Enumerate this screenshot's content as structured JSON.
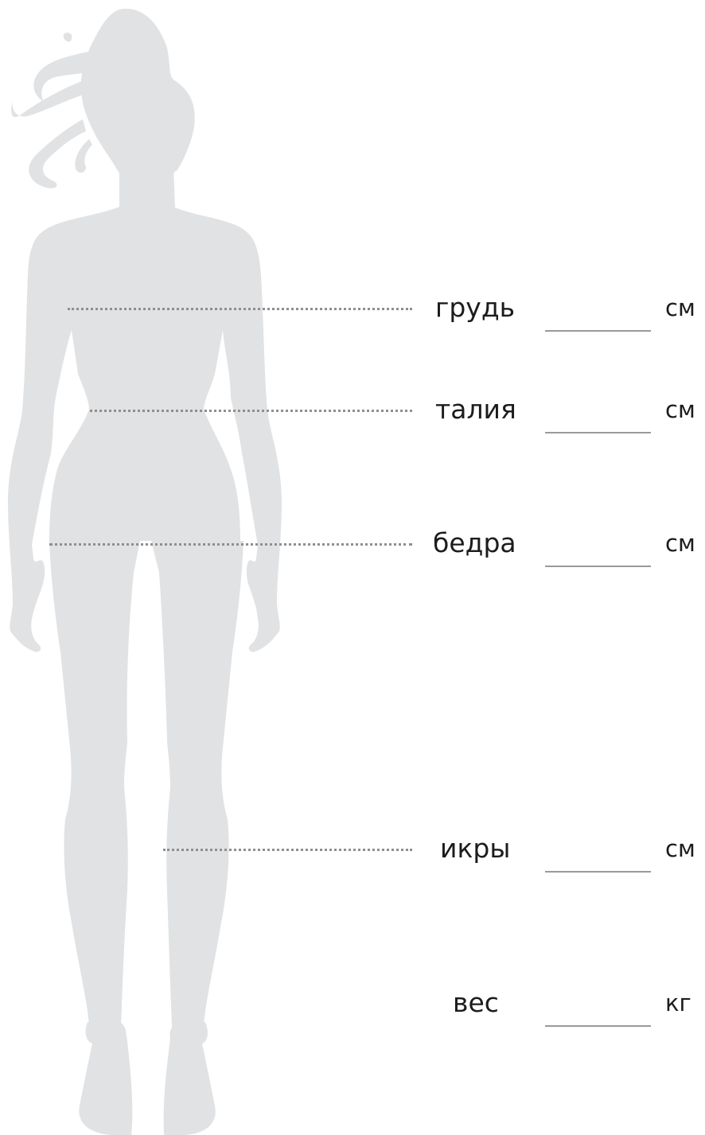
{
  "colors": {
    "silhouette": "#e1e2e4",
    "guide_line": "#8f8f8f",
    "field_line": "#9a9a9a",
    "text": "#1c1c1c"
  },
  "figure": {
    "icon": "woman-silhouette-icon"
  },
  "measurements": {
    "chest": {
      "label": "грудь",
      "value": "",
      "unit": "см"
    },
    "waist": {
      "label": "талия",
      "value": "",
      "unit": "см"
    },
    "hips": {
      "label": "бедра",
      "value": "",
      "unit": "см"
    },
    "calves": {
      "label": "икры",
      "value": "",
      "unit": "см"
    },
    "weight": {
      "label": "вес",
      "value": "",
      "unit": "кг"
    }
  }
}
